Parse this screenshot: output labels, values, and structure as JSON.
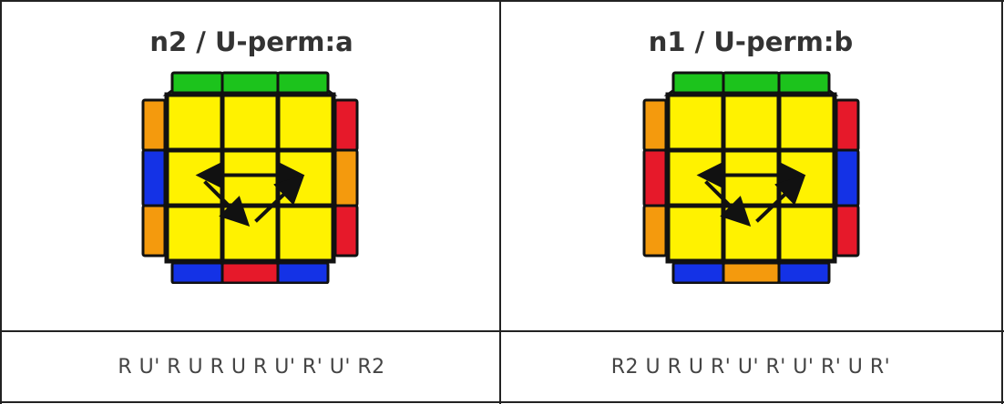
{
  "cases": [
    {
      "title": "n2 / U-perm:a",
      "algorithm": "R U' R U R U R U' R' U' R2",
      "top_edge": [
        "#1cc31c",
        "#1cc31c",
        "#1cc31c"
      ],
      "bottom_edge": [
        "#1432e6",
        "#e6192a",
        "#1432e6"
      ],
      "left_edge": [
        "#f49a0d",
        "#1432e6",
        "#f49a0d"
      ],
      "right_edge": [
        "#e6192a",
        "#f49a0d",
        "#e6192a"
      ]
    },
    {
      "title": "n1 / U-perm:b",
      "algorithm": "R2 U R U R' U' R' U' R' U R'",
      "top_edge": [
        "#1cc31c",
        "#1cc31c",
        "#1cc31c"
      ],
      "bottom_edge": [
        "#1432e6",
        "#f49a0d",
        "#1432e6"
      ],
      "left_edge": [
        "#f49a0d",
        "#e6192a",
        "#f49a0d"
      ],
      "right_edge": [
        "#e6192a",
        "#1432e6",
        "#e6192a"
      ]
    }
  ],
  "colors": {
    "face": "#fff200",
    "border": "#111111",
    "arrow": "#111111",
    "table_border": "#222222"
  }
}
